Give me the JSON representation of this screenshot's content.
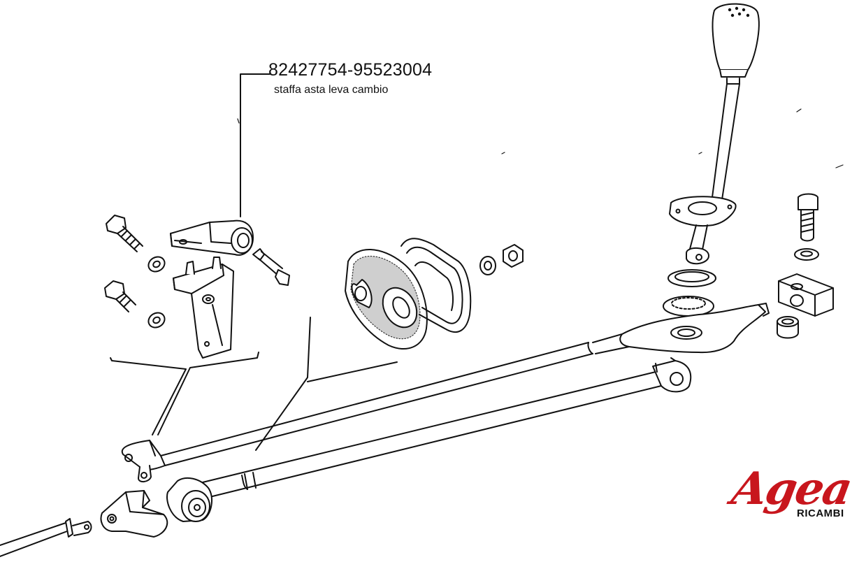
{
  "callout": {
    "part_number": "82427754-95523004",
    "description": "staffa asta leva cambio"
  },
  "brand": {
    "name": "Agea",
    "subtitle": "RICAMBI",
    "color": "#c8161d"
  },
  "line_color": "#111111",
  "fill_texture_color": "#7a7a7a"
}
